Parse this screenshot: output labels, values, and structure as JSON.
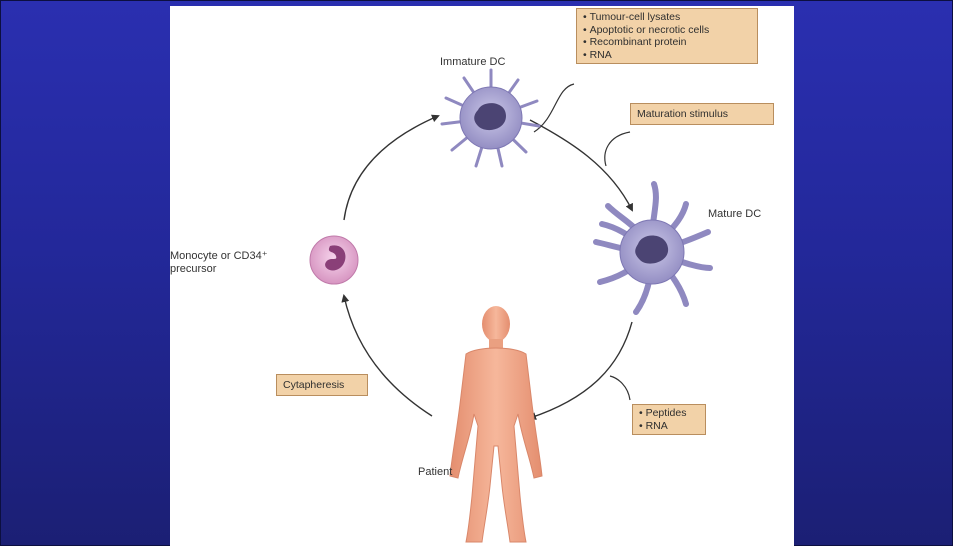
{
  "labels": {
    "immature_dc": "Immature DC",
    "mature_dc": "Mature DC",
    "precursor": "Monocyte or CD34⁺ precursor",
    "patient": "Patient"
  },
  "antigen_box": {
    "items": [
      "Tumour-cell lysates",
      "Apoptotic or necrotic cells",
      "Recombinant protein",
      "RNA"
    ]
  },
  "maturation_box": {
    "label": "Maturation stimulus"
  },
  "cytapheresis_box": {
    "label": "Cytapheresis"
  },
  "peptides_box": {
    "items": [
      "Peptides",
      "RNA"
    ]
  },
  "colors": {
    "slide_background": "#2a2fb0",
    "dc_cell": "#a7a2cd",
    "precursor_cell": "#e8b0d6",
    "patient_body": "#f1a98a",
    "label_box": "#f2d2a8",
    "arrow": "#333333"
  }
}
